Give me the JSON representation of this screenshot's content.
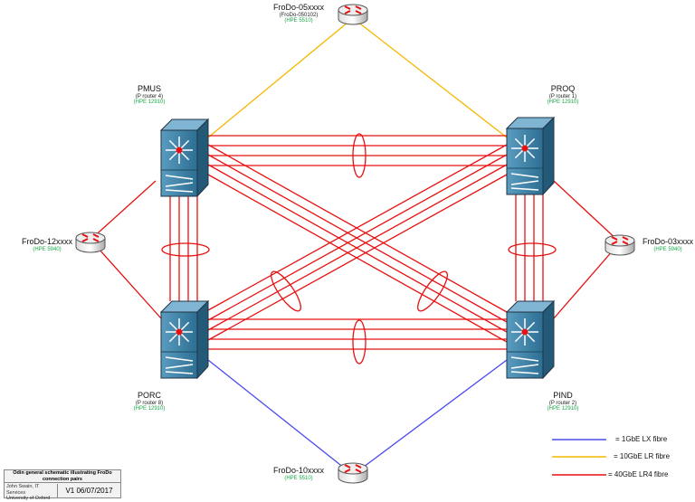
{
  "nodes": {
    "pmus": {
      "name": "PMUS",
      "role": "(P router 4)",
      "model": "(HPE 12910)"
    },
    "proq": {
      "name": "PROQ",
      "role": "(P router 1)",
      "model": "(HPE 12910)"
    },
    "porc": {
      "name": "PORC",
      "role": "(P router 8)",
      "model": "(HPE 12910)"
    },
    "pind": {
      "name": "PIND",
      "role": "(P router 2)",
      "model": "(HPE 12910)"
    },
    "frodo05": {
      "name": "FroDo-05xxxx",
      "role": "(FroDo-050102)",
      "model": "(HPE 5510)"
    },
    "frodo12": {
      "name": "FroDo-12xxxx",
      "model": "(HPE 5940)"
    },
    "frodo03": {
      "name": "FroDo-03xxxx",
      "model": "(HPE 5940)"
    },
    "frodo10": {
      "name": "FroDo-10xxxx",
      "model": "(HPE 5510)"
    }
  },
  "legend": [
    {
      "label": "= 1GbE LX fibre",
      "color": "#4a4af0"
    },
    {
      "label": "= 10GbE LR fibre",
      "color": "#f5b800"
    },
    {
      "label": "= 40GbE LR4 fibre",
      "color": "#e81010"
    }
  ],
  "title_block": {
    "title": "Odin general schematic illustrating FroDo connection pairs",
    "author": "John Swain, IT Services",
    "org": "University of Oxford",
    "version": "V1 06/07/2017"
  }
}
